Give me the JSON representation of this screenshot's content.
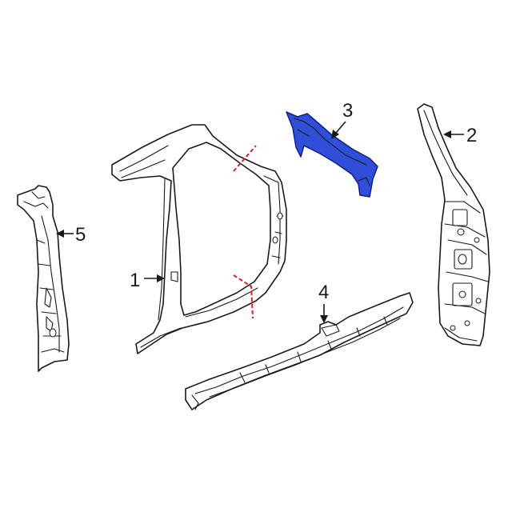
{
  "colors": {
    "highlight_fill": "#2f4fd8",
    "highlight_stroke": "#0d1f8a",
    "outline": "#1a1a1a",
    "cut_line": "#e02020",
    "background": "#ffffff"
  },
  "callouts": [
    {
      "id": "1",
      "label": "1"
    },
    {
      "id": "2",
      "label": "2"
    },
    {
      "id": "3",
      "label": "3"
    },
    {
      "id": "4",
      "label": "4"
    },
    {
      "id": "5",
      "label": "5"
    }
  ]
}
